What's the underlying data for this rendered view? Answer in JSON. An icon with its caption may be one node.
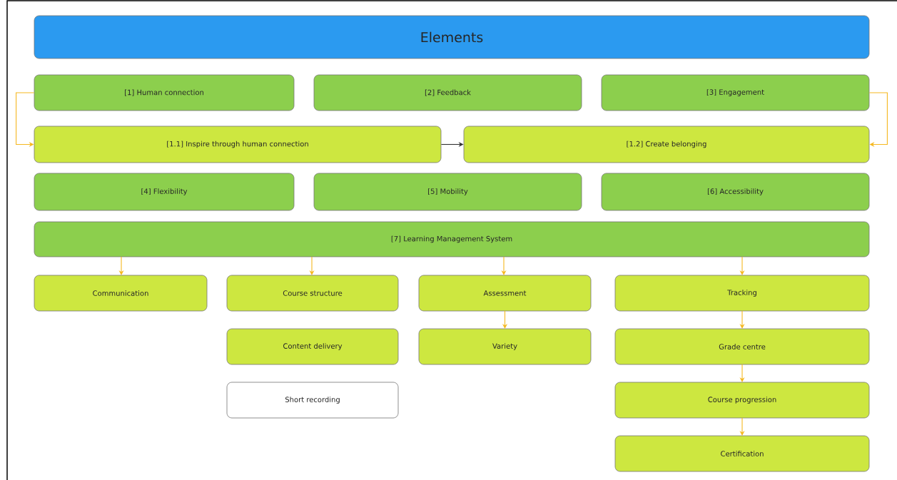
{
  "diagram": {
    "nodes": [
      {
        "text": [
          "Elements"
        ]
      },
      {
        "text": [
          "[1] Human connection"
        ]
      },
      {
        "text": [
          "[2] Feedback"
        ]
      },
      {
        "text": [
          "[3] Engagement"
        ]
      },
      {
        "text": [
          "[1.1] Inspire through human connection"
        ]
      },
      {
        "text": [
          "[1.2] Create belonging"
        ]
      },
      {
        "text": [
          "[4] Flexibility"
        ]
      },
      {
        "text": [
          "[5] Mobility"
        ]
      },
      {
        "text": [
          "[6] Accessibility"
        ]
      },
      {
        "text": [
          "[7] Learning Management System"
        ]
      },
      {
        "text": [
          "Communication"
        ]
      },
      {
        "text": [
          "Course structure"
        ]
      },
      {
        "text": [
          "Assessment"
        ]
      },
      {
        "text": [
          "Tracking"
        ]
      },
      {
        "text": [
          "Content delivery"
        ]
      },
      {
        "text": [
          "Variety"
        ]
      },
      {
        "text": [
          "Grade centre"
        ]
      },
      {
        "text": [
          "Short recording"
        ]
      },
      {
        "text": [
          "Course progression"
        ]
      },
      {
        "text": [
          "Certification"
        ]
      }
    ],
    "edges": [
      {
        "from": 1,
        "to": 4,
        "arrow": "to"
      },
      {
        "from": 3,
        "to": 5,
        "arrow": "to"
      },
      {
        "from": 4,
        "to": 5,
        "arrow": "to",
        "color": "#333333"
      },
      {
        "from": 9,
        "to": 10,
        "arrow": "to"
      },
      {
        "from": 9,
        "to": 11,
        "arrow": "to"
      },
      {
        "from": 9,
        "to": 12,
        "arrow": "to"
      },
      {
        "from": 9,
        "to": 13,
        "arrow": "to"
      },
      {
        "from": 12,
        "to": 15,
        "arrow": "to"
      },
      {
        "from": 13,
        "to": 16,
        "arrow": "to"
      },
      {
        "from": 16,
        "to": 18,
        "arrow": "to"
      },
      {
        "from": 18,
        "to": 19,
        "arrow": "to"
      }
    ]
  }
}
